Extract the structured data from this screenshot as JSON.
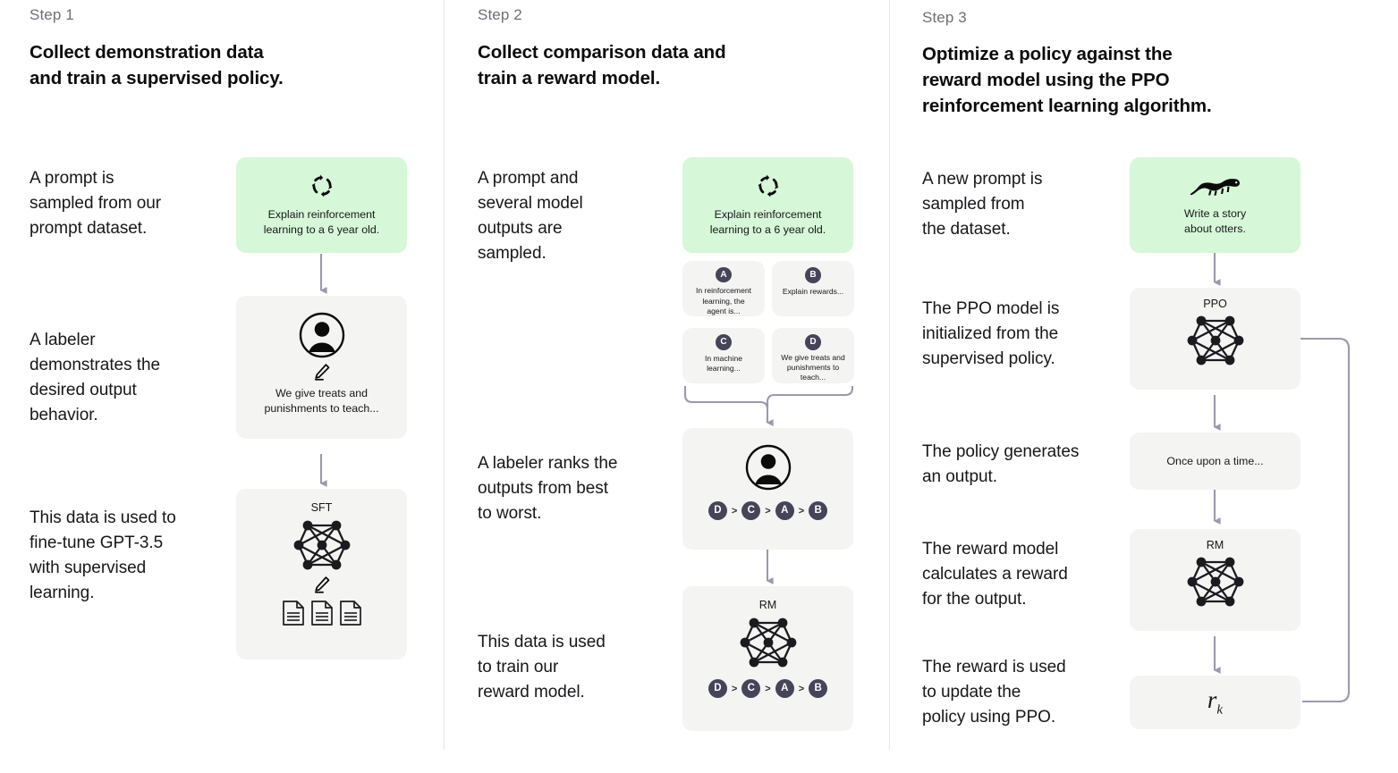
{
  "theme": {
    "page_bg": "#ffffff",
    "box_bg": "#f4f4f3",
    "prompt_green": "#d6f7d8",
    "connector": "#9a99ae",
    "chip_bg": "#454459",
    "divider": "#e6e6e8",
    "text": "#17171a",
    "step_label": "#6f6f78"
  },
  "columns": [
    {
      "step_label": "Step 1",
      "title_lines": [
        "Collect demonstration data",
        "and train a supervised policy."
      ],
      "descriptions": [
        "A prompt is\nsampled from our\nprompt dataset.",
        "A labeler\ndemonstrates the\ndesired output\nbehavior.",
        "This data is used to\nfine-tune GPT-3.5\nwith supervised\nlearning."
      ],
      "boxes": [
        {
          "kind": "prompt",
          "icon": "refresh-cycle-icon",
          "caption": "Explain reinforcement\nlearning to a 6 year old."
        },
        {
          "kind": "labeler",
          "icon": "person-circle-icon",
          "sub_icon": "pencil-icon",
          "caption": "We give treats and\npunishments to teach..."
        },
        {
          "kind": "model",
          "title": "SFT",
          "icon": "neural-network-icon",
          "sub_icon": "pencil-icon",
          "doc_icons": [
            "document-icon",
            "document-icon",
            "document-icon"
          ]
        }
      ]
    },
    {
      "step_label": "Step 2",
      "title_lines": [
        "Collect comparison data and",
        "train a reward model."
      ],
      "descriptions": [
        "A prompt and\nseveral model\noutputs are\nsampled.",
        "A labeler ranks the\noutputs from best\nto worst.",
        "This data is used\nto train our\nreward model."
      ],
      "boxes": [
        {
          "kind": "prompt",
          "icon": "refresh-cycle-icon",
          "caption": "Explain reinforcement\nlearning to a 6 year old."
        },
        {
          "kind": "outputs",
          "items": [
            {
              "letter": "A",
              "text": "In reinforcement\nlearning, the\nagent is..."
            },
            {
              "letter": "B",
              "text": "Explain rewards..."
            },
            {
              "letter": "C",
              "text": "In machine\nlearning..."
            },
            {
              "letter": "D",
              "text": "We give treats and\npunishments to\nteach..."
            }
          ]
        },
        {
          "kind": "ranker",
          "icon": "person-circle-icon",
          "ranking": [
            "D",
            "C",
            "A",
            "B"
          ],
          "separator": ">"
        },
        {
          "kind": "model",
          "title": "RM",
          "icon": "neural-network-icon",
          "ranking": [
            "D",
            "C",
            "A",
            "B"
          ],
          "separator": ">"
        }
      ]
    },
    {
      "step_label": "Step 3",
      "title_lines": [
        "Optimize a policy against the",
        "reward model using the PPO",
        "reinforcement learning algorithm."
      ],
      "descriptions": [
        "A new prompt is\nsampled from\nthe dataset.",
        "The PPO model is\ninitialized from the\nsupervised policy.",
        "The policy generates\nan output.",
        "The reward model\ncalculates a reward\nfor the output.",
        "The reward is used\nto update the\npolicy using PPO."
      ],
      "boxes": [
        {
          "kind": "prompt",
          "icon": "otter-icon",
          "caption": "Write a story\nabout otters."
        },
        {
          "kind": "model",
          "title": "PPO",
          "icon": "neural-network-icon"
        },
        {
          "kind": "output",
          "caption": "Once upon a time..."
        },
        {
          "kind": "model",
          "title": "RM",
          "icon": "neural-network-icon"
        },
        {
          "kind": "reward",
          "symbol": "r",
          "subscript": "k"
        }
      ]
    }
  ]
}
